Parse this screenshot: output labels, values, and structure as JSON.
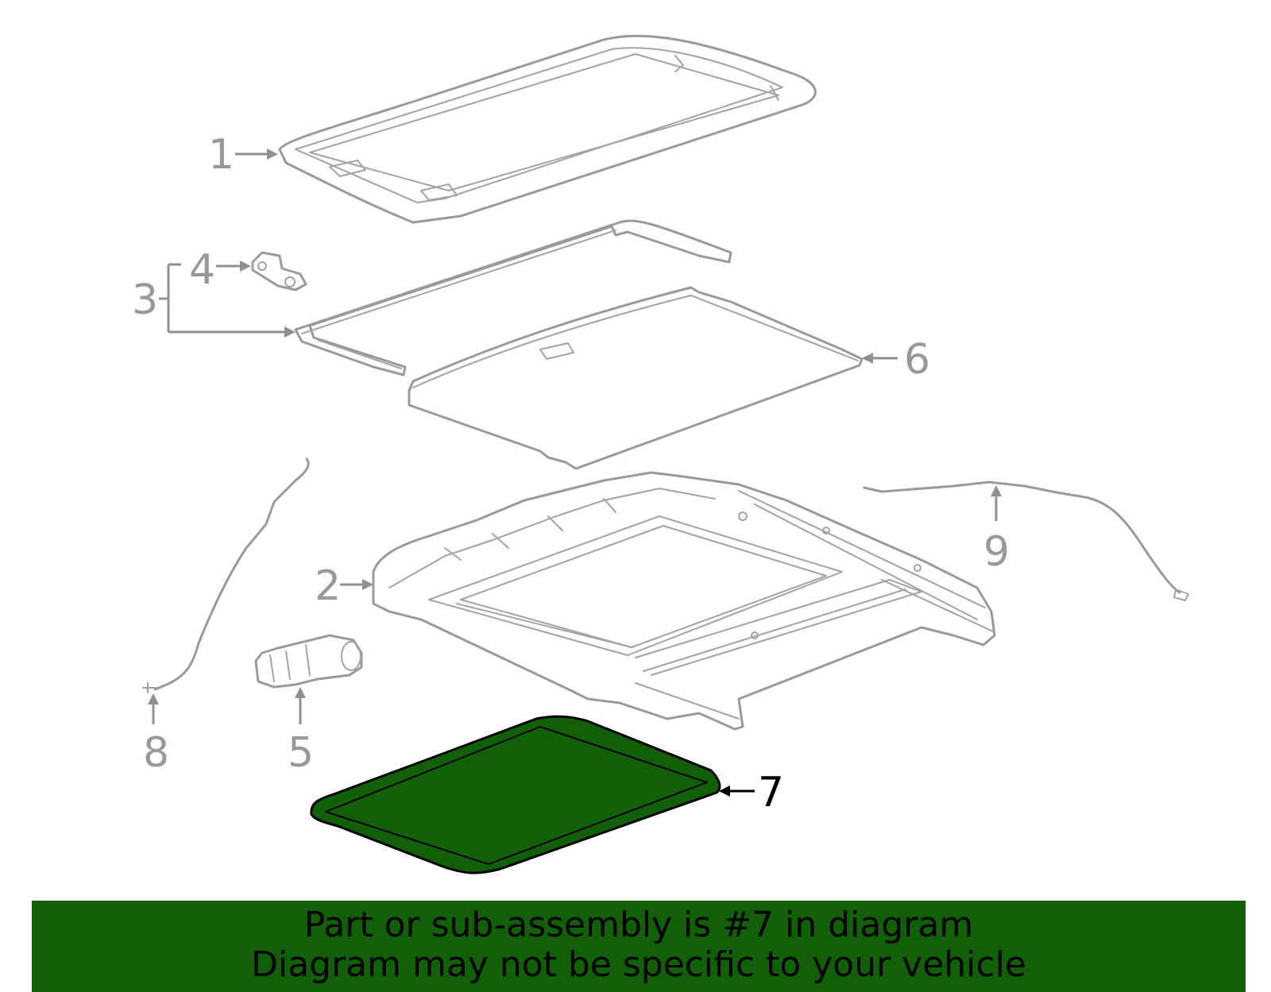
{
  "diagram": {
    "callouts": [
      "1",
      "2",
      "3",
      "4",
      "5",
      "6",
      "7",
      "8",
      "9"
    ],
    "highlight_part": "7",
    "colors": {
      "highlight_fill": "#116007",
      "outline": "#9a9a9a",
      "banner_bg": "#116007"
    }
  },
  "banner": {
    "line1": "Part or sub-assembly is #7 in diagram",
    "line2": "Diagram may not be specific to your vehicle"
  }
}
